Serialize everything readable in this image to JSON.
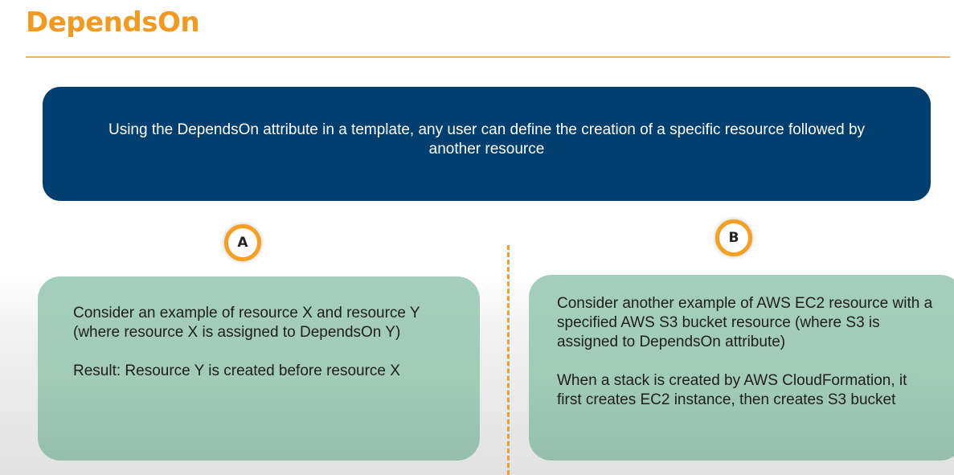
{
  "slide": {
    "title": "DependsOn",
    "banner_text": "Using the DependsOn attribute in a template, any user can define the creation of a specific resource followed by another resource"
  },
  "options": [
    {
      "marker": "A",
      "description": "Consider an example of resource X and resource Y (where resource X is assigned to DependsOn Y)",
      "result": "Result: Resource Y is created before resource X"
    },
    {
      "marker": "B",
      "description": "Consider another example of AWS EC2 resource with a specified AWS S3 bucket resource (where S3 is assigned to DependsOn attribute)",
      "result": "When a stack is created by AWS CloudFormation, it first creates EC2 instance, then creates S3 bucket"
    }
  ],
  "colors": {
    "accent_orange": "#f29a1f",
    "banner_blue": "#013f71",
    "card_green": "#a4cfbc"
  }
}
